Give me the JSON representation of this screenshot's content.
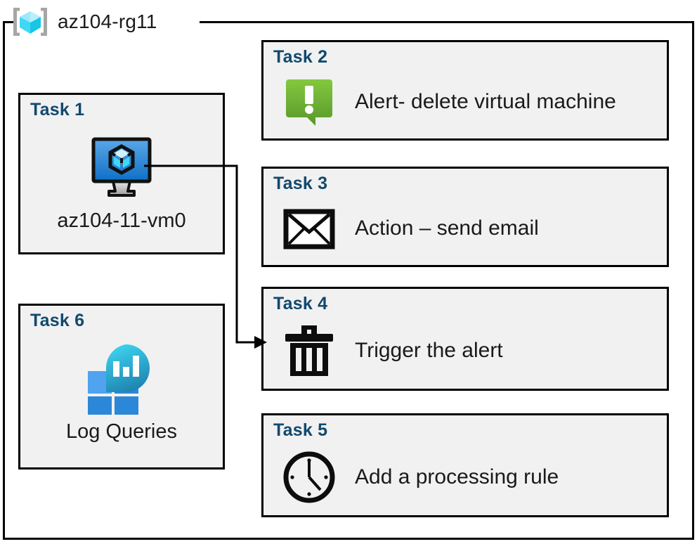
{
  "resource_group": {
    "name": "az104-rg11",
    "icon": "azure-resource-group-icon"
  },
  "colors": {
    "task_label": "#11496E",
    "box_fill": "#F1F1F1",
    "box_border": "#000000",
    "alert_green_light": "#7FC241",
    "alert_green_dark": "#5B9A2D",
    "vm_screen_blue_light": "#4E9BE0",
    "vm_screen_blue_dark": "#1574C8",
    "log_tile_light": "#4FA3EF",
    "log_tile_dark": "#2B88D8",
    "log_blob_teal": "#32C8E8",
    "log_blob_blue": "#1E87B5",
    "rg_cube_light": "#9CE9FB",
    "rg_cube_mid": "#3FD8F5",
    "rg_bracket_gray": "#A6A6A6"
  },
  "left_column": [
    {
      "id": "task-1",
      "label": "Task 1",
      "caption": "az104-11-vm0",
      "icon": "virtual-machine-icon"
    },
    {
      "id": "task-6",
      "label": "Task 6",
      "caption": "Log Queries",
      "icon": "log-analytics-queries-icon"
    }
  ],
  "right_column": [
    {
      "id": "task-2",
      "label": "Task 2",
      "caption": "Alert- delete virtual machine",
      "icon": "alert-bubble-icon"
    },
    {
      "id": "task-3",
      "label": "Task 3",
      "caption": "Action – send email",
      "icon": "envelope-icon"
    },
    {
      "id": "task-4",
      "label": "Task 4",
      "caption": "Trigger the alert",
      "icon": "trash-delete-icon"
    },
    {
      "id": "task-5",
      "label": "Task 5",
      "caption": "Add a processing rule",
      "icon": "clock-icon"
    }
  ],
  "connector": {
    "name": "vm-to-task4-connector",
    "from": "task-1",
    "to": "task-4",
    "arrow": "arrowhead-right"
  }
}
